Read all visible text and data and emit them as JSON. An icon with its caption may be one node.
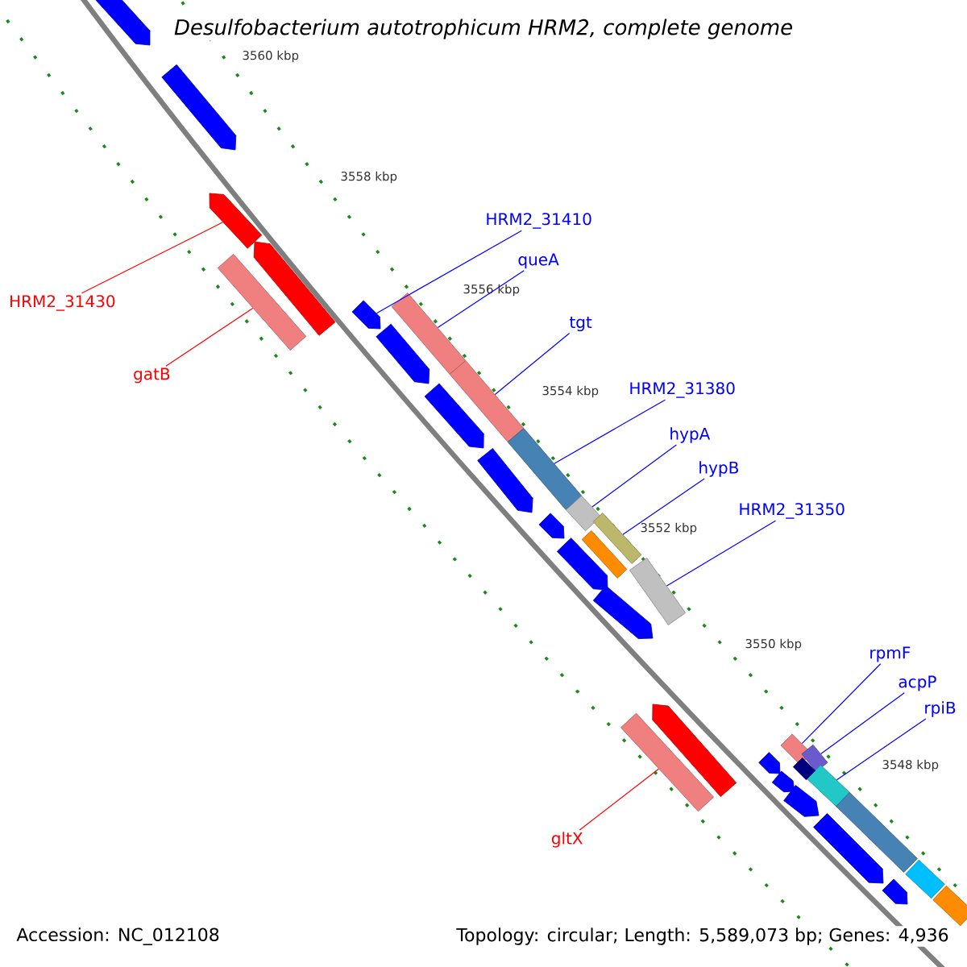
{
  "diagram": {
    "title": "Desulfobacterium autotrophicum HRM2, complete genome",
    "nodes": [
      {
        "text": [
          "HRM2_31410"
        ]
      },
      {
        "text": [
          "queA"
        ]
      },
      {
        "text": [
          "tgt"
        ]
      },
      {
        "text": [
          "HRM2_31380"
        ]
      },
      {
        "text": [
          "hypA"
        ]
      },
      {
        "text": [
          "hypB"
        ]
      },
      {
        "text": [
          "HRM2_31350"
        ]
      },
      {
        "text": [
          "HRM2_31430"
        ]
      },
      {
        "text": [
          "gatB"
        ]
      },
      {
        "text": [
          "rpmF"
        ]
      },
      {
        "text": [
          "acpP"
        ]
      },
      {
        "text": [
          "rpiB"
        ]
      },
      {
        "text": [
          "gltX"
        ]
      },
      {
        "text": [],
        "shape": "arrow"
      },
      {
        "text": [],
        "shape": "bar"
      },
      {
        "text": [],
        "shape": "bar"
      },
      {
        "text": [],
        "shape": "bar"
      },
      {
        "text": [],
        "shape": "bar"
      },
      {
        "text": [],
        "shape": "bar"
      },
      {
        "text": [],
        "shape": "bar"
      },
      {
        "text": [],
        "shape": "arrow"
      },
      {
        "text": [],
        "shape": "bar"
      },
      {
        "text": [],
        "shape": "bar"
      },
      {
        "text": [],
        "shape": "bar"
      },
      {
        "text": [],
        "shape": "bar"
      },
      {
        "text": [],
        "shape": "bar"
      },
      {
        "text": [],
        "shape": "arrow"
      },
      {
        "text": [],
        "shape": "arrow"
      },
      {
        "text": [],
        "shape": "arrow"
      },
      {
        "text": [],
        "shape": "arrow"
      },
      {
        "text": [],
        "shape": "arrow"
      },
      {
        "text": [],
        "shape": "arrow"
      },
      {
        "text": [],
        "shape": "arrow"
      },
      {
        "text": [],
        "shape": "arrow"
      },
      {
        "text": [],
        "shape": "arrow"
      },
      {
        "text": [],
        "shape": "arrow"
      },
      {
        "text": [],
        "shape": "bar"
      },
      {
        "text": [],
        "shape": "bar"
      },
      {
        "text": [],
        "shape": "arrow"
      },
      {
        "text": [],
        "shape": "arrow"
      },
      {
        "text": [],
        "shape": "arrow"
      },
      {
        "text": [],
        "shape": "arrow"
      },
      {
        "text": [],
        "shape": "arrow"
      },
      {
        "text": [],
        "shape": "bar"
      },
      {
        "text": [],
        "shape": "bar"
      },
      {
        "text": [],
        "shape": "bar"
      }
    ],
    "edges": [
      {
        "from": 0,
        "to": 13,
        "arrow": "none"
      },
      {
        "from": 1,
        "to": 14,
        "arrow": "none"
      },
      {
        "from": 2,
        "to": 15,
        "arrow": "none"
      },
      {
        "from": 3,
        "to": 16,
        "arrow": "none"
      },
      {
        "from": 4,
        "to": 17,
        "arrow": "none"
      },
      {
        "from": 5,
        "to": 18,
        "arrow": "none"
      },
      {
        "from": 6,
        "to": 19,
        "arrow": "none"
      },
      {
        "from": 7,
        "to": 20,
        "arrow": "none",
        "color": "#ff0000"
      },
      {
        "from": 8,
        "to": 21,
        "arrow": "none",
        "color": "#ff0000"
      },
      {
        "from": 9,
        "to": 22,
        "arrow": "none"
      },
      {
        "from": 10,
        "to": 23,
        "arrow": "none"
      },
      {
        "from": 11,
        "to": 24,
        "arrow": "none"
      },
      {
        "from": 12,
        "to": 25,
        "arrow": "none",
        "color": "#ff0000"
      }
    ],
    "labels": [
      "3560 kbp",
      "3558 kbp",
      "3556 kbp",
      "3554 kbp",
      "3552 kbp",
      "3550 kbp",
      "3548 kbp",
      "Accession: NC_012108",
      "Topology: circular; Length: 5,589,073 bp; Genes: 4,936"
    ]
  }
}
